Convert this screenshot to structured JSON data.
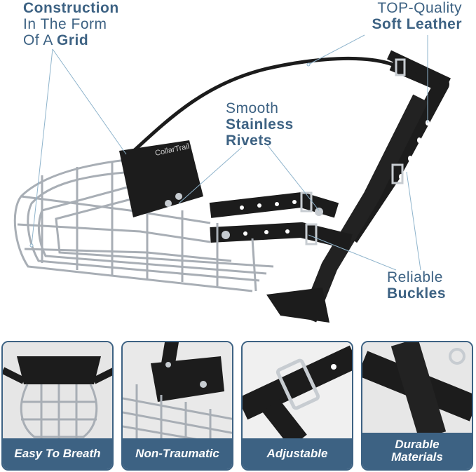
{
  "callouts": {
    "grid": {
      "line1_bold": "Construction",
      "line2": "In The Form",
      "line3_pre": "Of A",
      "line3_bold": "Grid"
    },
    "leather": {
      "line1": "TOP-Quality",
      "line2_bold": "Soft Leather"
    },
    "rivets": {
      "line1": "Smooth",
      "line2_bold": "Stainless",
      "line3_bold": "Rivets"
    },
    "buckles": {
      "line1": "Reliable",
      "line2_bold": "Buckles"
    }
  },
  "brand_mark": "CollarTrail",
  "features": [
    {
      "label": "Easy To Breath"
    },
    {
      "label": "Non-Traumatic"
    },
    {
      "label": "Adjustable"
    },
    {
      "label_line1": "Durable",
      "label_line2": "Materials"
    }
  ],
  "colors": {
    "accent": "#3d6283",
    "leader": "#8fb4cc",
    "leather": "#1c1c1c",
    "metal": "#b9bec4"
  }
}
